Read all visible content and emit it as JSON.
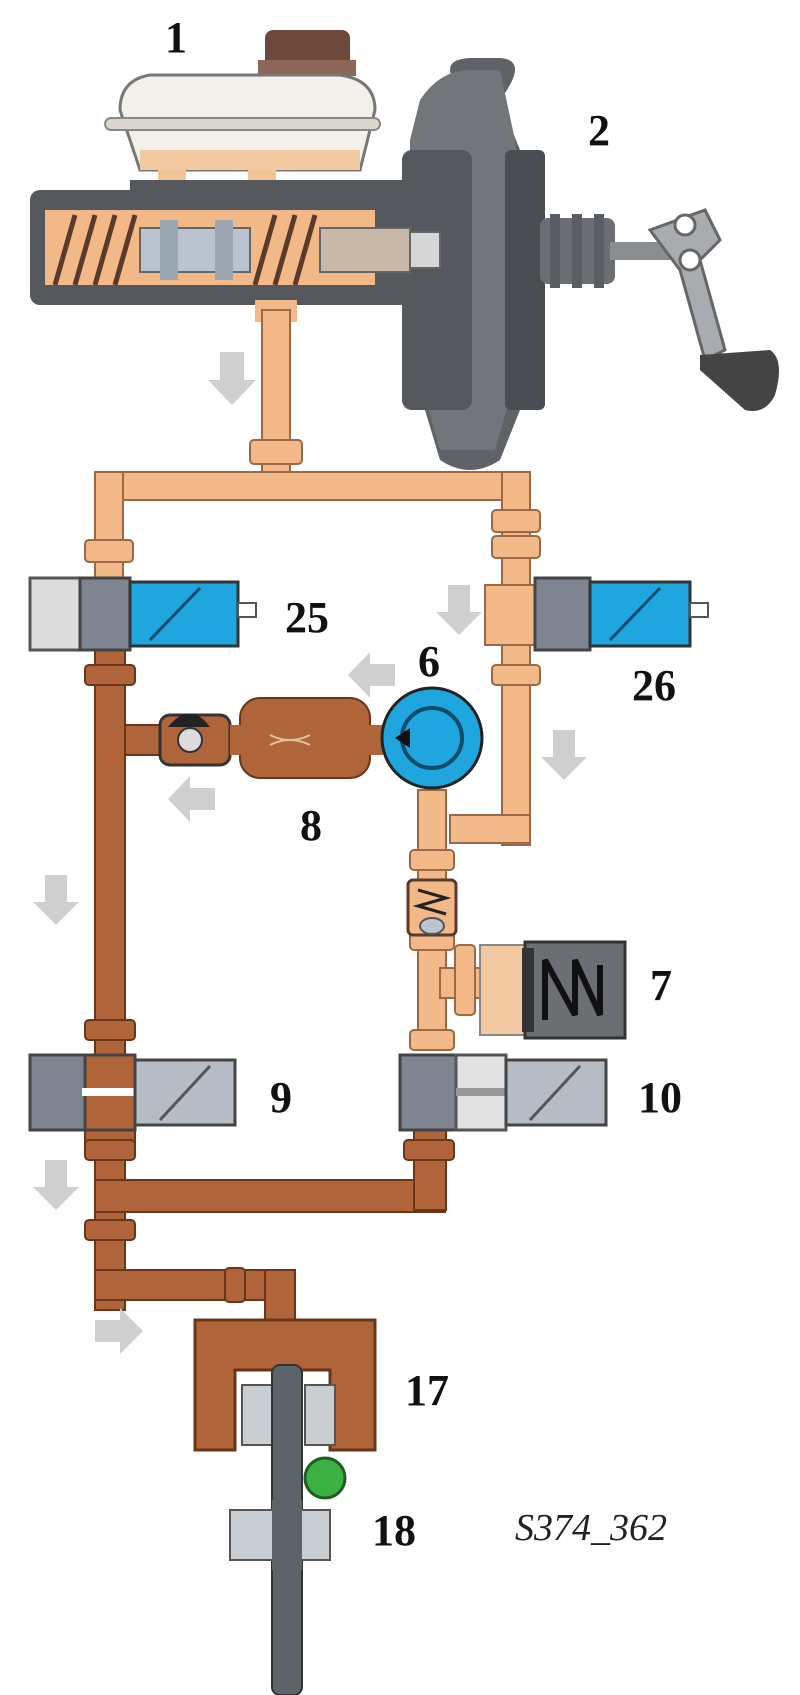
{
  "labels": {
    "master_cylinder": "1",
    "brake_booster": "2",
    "pump": "6",
    "accumulator": "7",
    "damper": "8",
    "valve_9": "9",
    "valve_10": "10",
    "caliper": "17",
    "wheel_sensor": "18",
    "valve_25": "25",
    "valve_26": "26"
  },
  "reference_code": "S374_362",
  "colors": {
    "low_pressure_fluid": "#F2B887",
    "high_pressure_fluid": "#B0643A",
    "solenoid_blue": "#1FA6DE",
    "valve_body_grey": "#7E8590",
    "flow_arrow": "#CFCFCF",
    "sensor_green": "#3CB043"
  }
}
